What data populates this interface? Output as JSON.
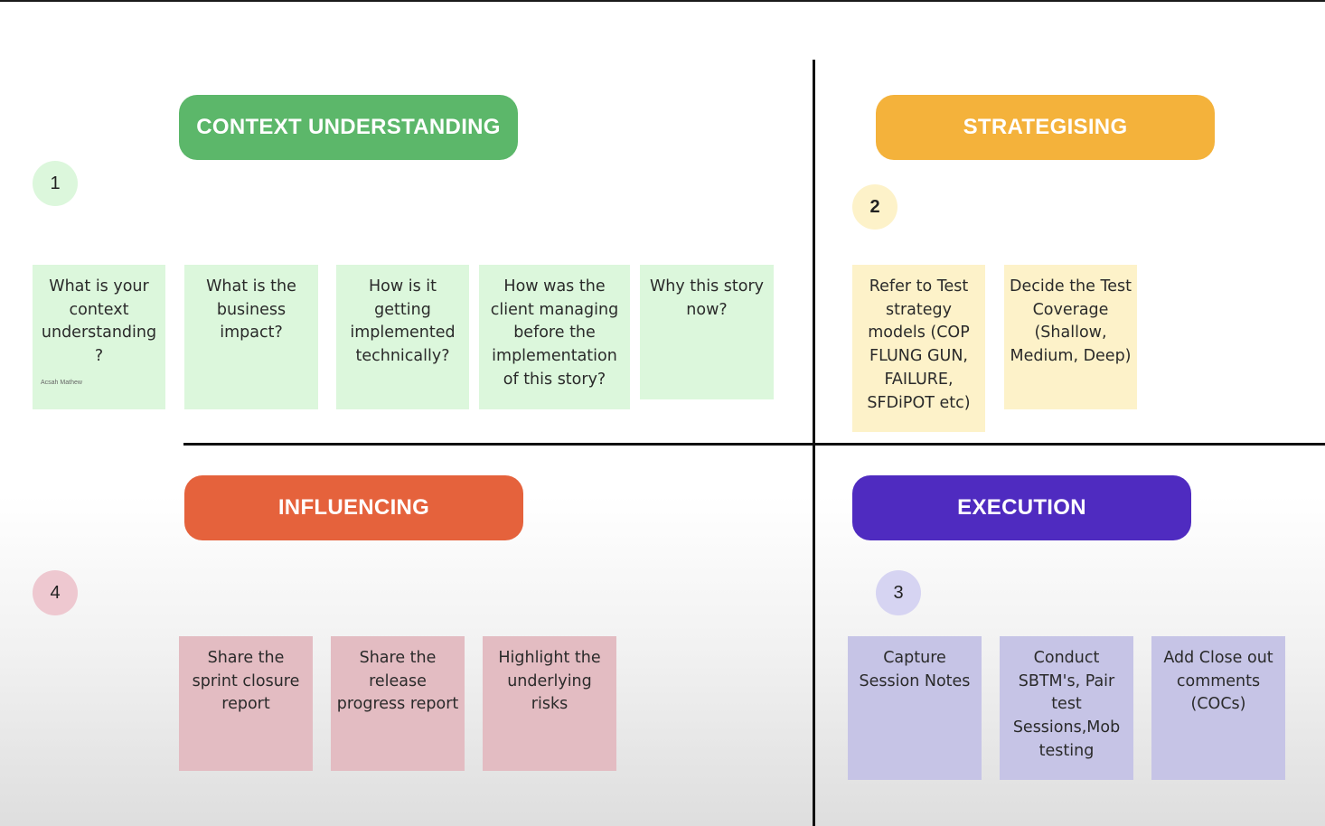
{
  "colors": {
    "context_understanding": "#5cb76a",
    "strategising": "#f4b23b",
    "influencing": "#e5623c",
    "execution": "#4f2bc0",
    "badge_1": "#dcf7dc",
    "badge_2": "#fdf2c9",
    "badge_3": "#d6d4f2",
    "badge_4": "#eec8d0"
  },
  "quadrants": {
    "context_understanding": {
      "title": "CONTEXT UNDERSTANDING",
      "number": "1",
      "author": "Acsah Mathew",
      "notes": [
        "What is your context understanding ?",
        "What is the business impact?",
        "How is it getting implemented technically?",
        "How was the client managing before the implementation of this story?",
        "Why this story now?"
      ]
    },
    "strategising": {
      "title": "STRATEGISING",
      "number": "2",
      "notes": [
        "Refer to Test strategy models (COP FLUNG GUN, FAILURE, SFDiPOT etc)",
        "Decide the Test Coverage (Shallow, Medium, Deep)"
      ]
    },
    "execution": {
      "title": "EXECUTION",
      "number": "3",
      "notes": [
        "Capture Session Notes",
        "Conduct SBTM's, Pair test Sessions,Mob testing",
        "Add Close out comments (COCs)"
      ]
    },
    "influencing": {
      "title": "INFLUENCING",
      "number": "4",
      "notes": [
        "Share the sprint closure report",
        "Share the release progress report",
        "Highlight the underlying risks"
      ]
    }
  }
}
